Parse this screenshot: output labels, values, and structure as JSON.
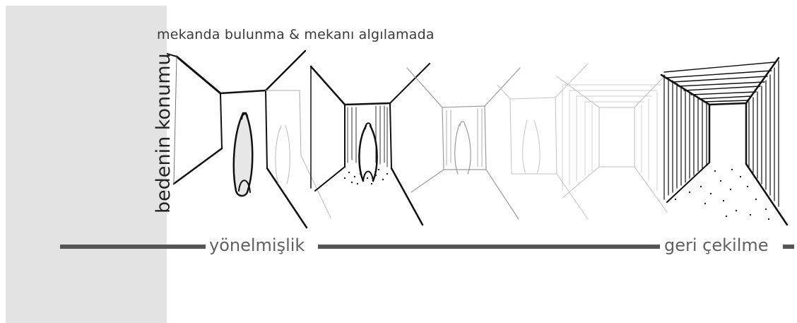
{
  "top_caption": "mekanda bulunma & mekanı algılamada",
  "vertical_caption": "bedenin konumu",
  "axis": {
    "left_label": "yönelmişlik",
    "right_label": "geri çekilme"
  },
  "colors": {
    "panel": "#e3e3e3",
    "ink": "#111111",
    "axis": "#555555"
  }
}
